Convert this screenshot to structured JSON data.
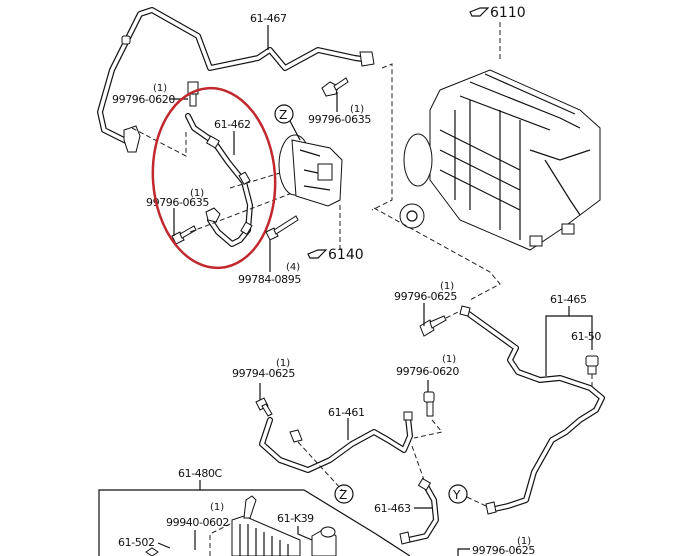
{
  "diagram": {
    "title": "A/C refrigerant lines exploded parts diagram",
    "highlight_color": "#c0282d",
    "highlighted_part": "61-462",
    "reference_callouts": [
      {
        "id": "ref-6110",
        "icon": "pointing-hand-icon",
        "text": "6110"
      },
      {
        "id": "ref-6140",
        "icon": "pointing-hand-icon",
        "text": "6140"
      }
    ],
    "connection_markers": [
      {
        "id": "marker-z-top",
        "text": "Z"
      },
      {
        "id": "marker-z-bottom",
        "text": "Z"
      },
      {
        "id": "marker-y",
        "text": "Y"
      }
    ],
    "labels": [
      {
        "id": "61-467",
        "part": "61-467",
        "qty": ""
      },
      {
        "id": "99796-0620-a",
        "part": "99796-0620",
        "qty": "(1)"
      },
      {
        "id": "99796-0635-a",
        "part": "99796-0635",
        "qty": "(1)"
      },
      {
        "id": "61-462",
        "part": "61-462",
        "qty": ""
      },
      {
        "id": "99796-0635-b",
        "part": "99796-0635",
        "qty": "(1)"
      },
      {
        "id": "99784-0895",
        "part": "99784-0895",
        "qty": "(4)"
      },
      {
        "id": "99796-0625-a",
        "part": "99796-0625",
        "qty": "(1)"
      },
      {
        "id": "61-465",
        "part": "61-465",
        "qty": ""
      },
      {
        "id": "61-50",
        "part": "61-50",
        "qty": ""
      },
      {
        "id": "99794-0625",
        "part": "99794-0625",
        "qty": "(1)"
      },
      {
        "id": "99796-0620-b",
        "part": "99796-0620",
        "qty": "(1)"
      },
      {
        "id": "61-461",
        "part": "61-461",
        "qty": ""
      },
      {
        "id": "61-480C",
        "part": "61-480C",
        "qty": ""
      },
      {
        "id": "99940-0602",
        "part": "99940-0602",
        "qty": "(1)"
      },
      {
        "id": "61-K39",
        "part": "61-K39",
        "qty": ""
      },
      {
        "id": "61-463",
        "part": "61-463",
        "qty": ""
      },
      {
        "id": "61-502",
        "part": "61-502",
        "qty": ""
      },
      {
        "id": "99796-0625-b",
        "part": "99796-0625",
        "qty": "(1)"
      }
    ]
  }
}
